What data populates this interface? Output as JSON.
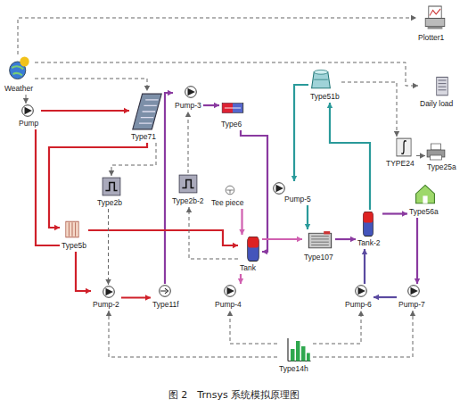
{
  "diagram": {
    "caption": "图 2　Trnsys 系统模拟原理图",
    "nodes": [
      {
        "text": [
          "Weather"
        ]
      },
      {
        "text": [
          "Plotter1"
        ]
      },
      {
        "text": [
          "Daily load"
        ]
      },
      {
        "text": [
          "Pump"
        ]
      },
      {
        "text": [
          "Type71"
        ]
      },
      {
        "text": [
          "Pump-3"
        ]
      },
      {
        "text": [
          "Type6"
        ]
      },
      {
        "text": [
          "Type51b"
        ]
      },
      {
        "text": [
          "TYPE24"
        ]
      },
      {
        "text": [
          "Type25a"
        ]
      },
      {
        "text": [
          "Type2b"
        ]
      },
      {
        "text": [
          "Type2b-2"
        ]
      },
      {
        "text": [
          "Tee piece"
        ]
      },
      {
        "text": [
          "Pump-5"
        ]
      },
      {
        "text": [
          "Type56a"
        ]
      },
      {
        "text": [
          "Type5b"
        ]
      },
      {
        "text": [
          "Tank"
        ]
      },
      {
        "text": [
          "Type107"
        ]
      },
      {
        "text": [
          "Tank-2"
        ]
      },
      {
        "text": [
          "Pump-2"
        ]
      },
      {
        "text": [
          "Type11f"
        ]
      },
      {
        "text": [
          "Pump-4"
        ]
      },
      {
        "text": [
          "Pump-6"
        ]
      },
      {
        "text": [
          "Pump-7"
        ]
      },
      {
        "text": [
          "Type14h"
        ]
      }
    ],
    "edges": [
      {
        "from": 3,
        "to": 4,
        "arrow": "to"
      },
      {
        "from": 4,
        "to": 15,
        "arrow": "to"
      },
      {
        "from": 15,
        "to": 3,
        "arrow": "to"
      },
      {
        "from": 15,
        "to": 19,
        "arrow": "to"
      },
      {
        "from": 19,
        "to": 20,
        "arrow": "to"
      },
      {
        "from": 20,
        "to": 5,
        "arrow": "to"
      },
      {
        "from": 5,
        "to": 6,
        "arrow": "to"
      },
      {
        "from": 6,
        "to": 16,
        "arrow": "to"
      },
      {
        "from": 15,
        "to": 16,
        "arrow": "to"
      },
      {
        "from": 16,
        "to": 17,
        "arrow": "to"
      },
      {
        "from": 12,
        "to": 16,
        "arrow": "to"
      },
      {
        "from": 16,
        "to": 21,
        "arrow": "to"
      },
      {
        "from": 7,
        "to": 13,
        "arrow": "to"
      },
      {
        "from": 13,
        "to": 17,
        "arrow": "to"
      },
      {
        "from": 18,
        "to": 7,
        "arrow": "to"
      },
      {
        "from": 17,
        "to": 18,
        "arrow": "to"
      },
      {
        "from": 18,
        "to": 14,
        "arrow": "to"
      },
      {
        "from": 14,
        "to": 23,
        "arrow": "to"
      },
      {
        "from": 23,
        "to": 22,
        "arrow": "to"
      },
      {
        "from": 22,
        "to": 18,
        "arrow": "to"
      },
      {
        "from": 0,
        "to": 1,
        "arrow": "to"
      },
      {
        "from": 0,
        "to": 2,
        "arrow": "to"
      },
      {
        "from": 0,
        "to": 4,
        "arrow": "to"
      },
      {
        "from": 0,
        "to": 3,
        "arrow": "to"
      },
      {
        "from": 7,
        "to": 8,
        "arrow": "to"
      },
      {
        "from": 8,
        "to": 9,
        "arrow": "to"
      },
      {
        "from": 10,
        "to": 19,
        "arrow": "to"
      },
      {
        "from": 11,
        "to": 5,
        "arrow": "to"
      },
      {
        "from": 24,
        "to": 21,
        "arrow": "to"
      },
      {
        "from": 24,
        "to": 22,
        "arrow": "to"
      },
      {
        "from": 24,
        "to": 19,
        "arrow": "to"
      },
      {
        "from": 24,
        "to": 23,
        "arrow": "to"
      },
      {
        "from": 4,
        "to": 10,
        "arrow": "to"
      },
      {
        "from": 16,
        "to": 11,
        "arrow": "to"
      }
    ]
  }
}
